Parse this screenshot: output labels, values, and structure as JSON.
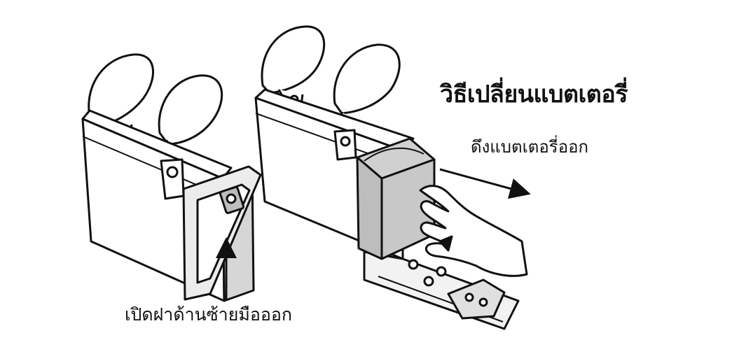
{
  "title": "วิธีเปลี่ยนแบตเตอรี่",
  "labels": {
    "pull_battery": "ดึงแบตเตอรี่ออก",
    "open_cover": "เปิดฝาด้านซ้ายมือออก"
  },
  "colors": {
    "ink": "#111111",
    "battery_fill": "#c8c8c8",
    "cover_fill": "#d9d9d9",
    "background": "#ffffff"
  },
  "icons": {
    "pull_arrow": "arrow-right",
    "open_arrow": "arrow-up"
  }
}
